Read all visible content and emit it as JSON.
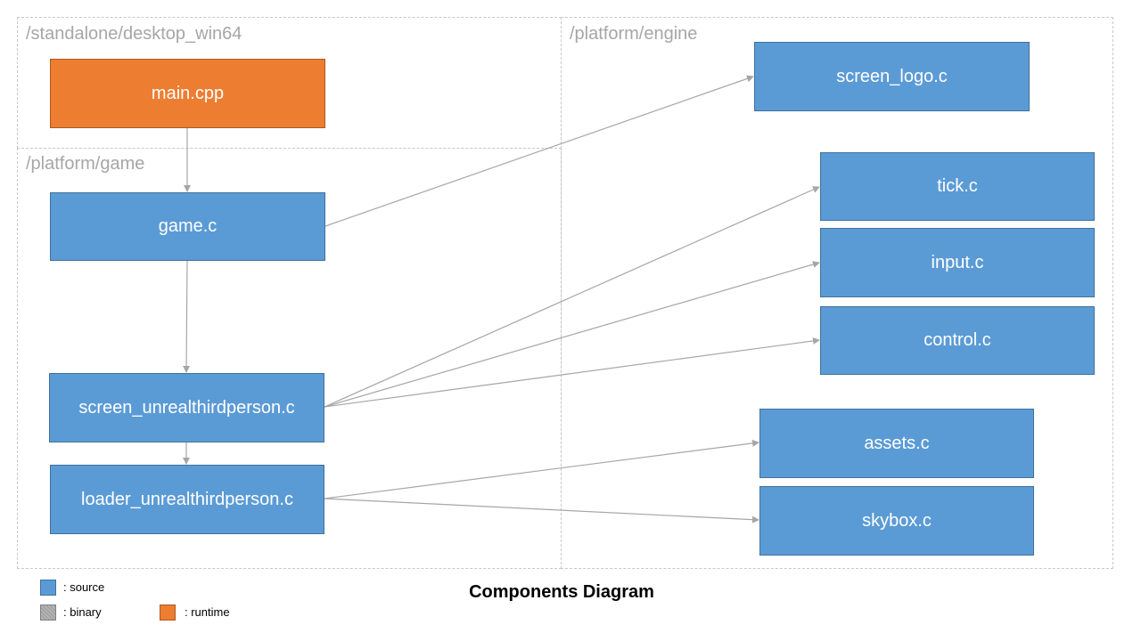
{
  "regions": {
    "standalone": "/standalone/desktop_win64",
    "game": "/platform/game",
    "engine": "/platform/engine"
  },
  "nodes": {
    "main": "main.cpp",
    "game": "game.c",
    "screen_unreal": "screen_unrealthirdperson.c",
    "loader_unreal": "loader_unrealthirdperson.c",
    "screen_logo": "screen_logo.c",
    "tick": "tick.c",
    "input": "input.c",
    "control": "control.c",
    "assets": "assets.c",
    "skybox": "skybox.c"
  },
  "edges": [
    {
      "from": "main.cpp",
      "to": "game.c"
    },
    {
      "from": "game.c",
      "to": "screen_unrealthirdperson.c"
    },
    {
      "from": "screen_unrealthirdperson.c",
      "to": "loader_unrealthirdperson.c"
    },
    {
      "from": "game.c",
      "to": "screen_logo.c"
    },
    {
      "from": "screen_unrealthirdperson.c",
      "to": "tick.c"
    },
    {
      "from": "screen_unrealthirdperson.c",
      "to": "input.c"
    },
    {
      "from": "screen_unrealthirdperson.c",
      "to": "control.c"
    },
    {
      "from": "loader_unrealthirdperson.c",
      "to": "assets.c"
    },
    {
      "from": "loader_unrealthirdperson.c",
      "to": "skybox.c"
    }
  ],
  "legend": {
    "source": ": source",
    "binary": ": binary",
    "runtime": ": runtime"
  },
  "colors": {
    "source": "#5b9bd5",
    "runtime": "#ed7d31",
    "binary": "#a6a6a6",
    "edge": "#a6a6a6"
  },
  "title": "Components Diagram"
}
